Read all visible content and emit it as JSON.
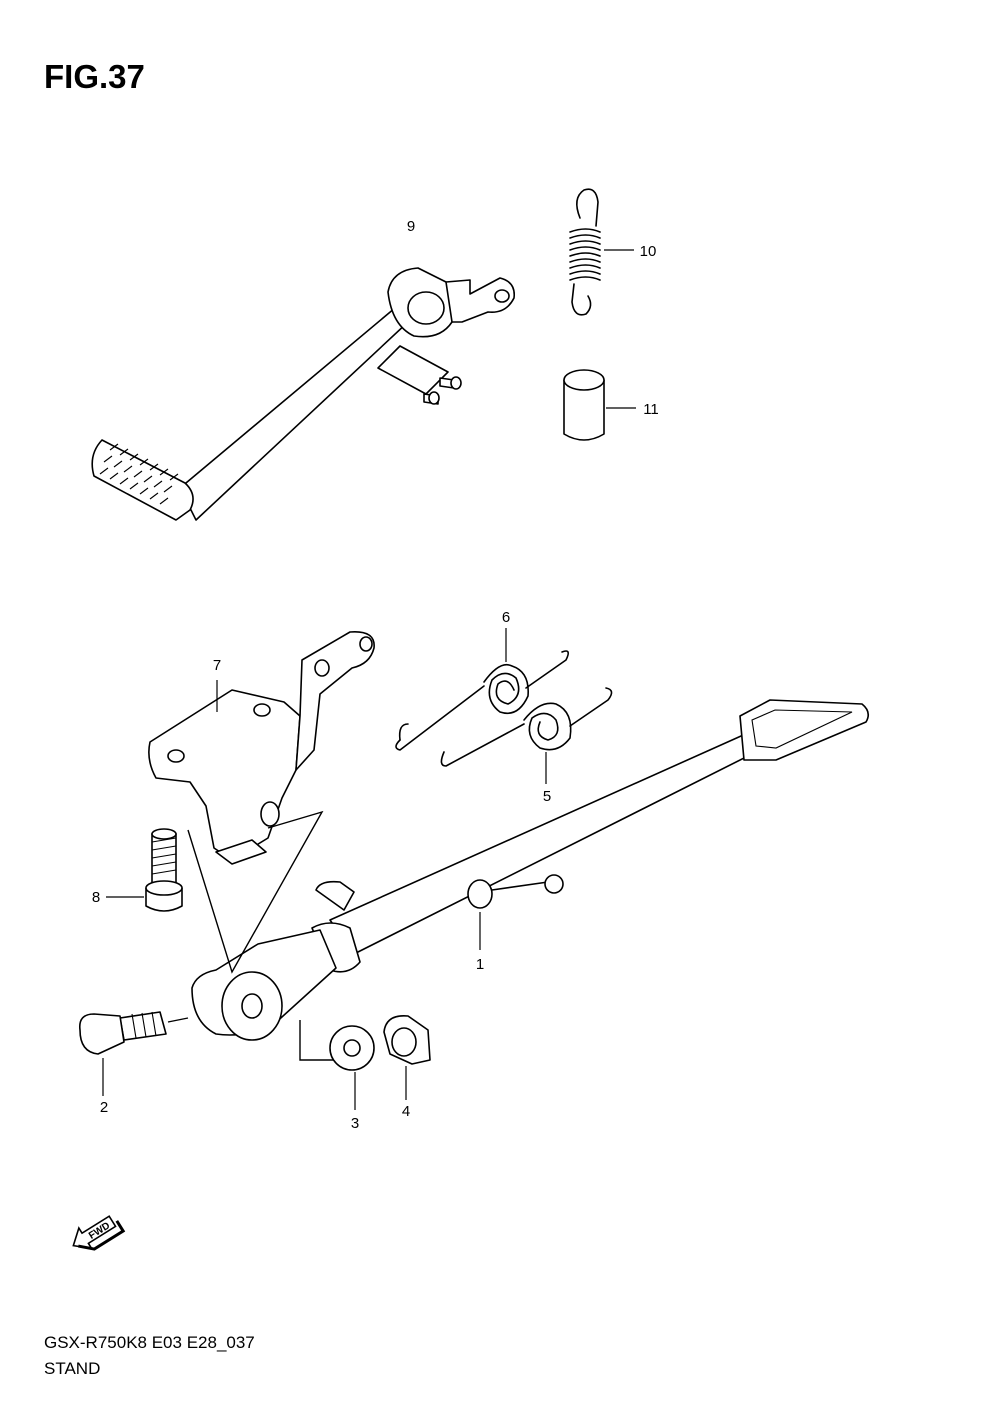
{
  "figure": {
    "title": "FIG.37"
  },
  "footer": {
    "model_code": "GSX-R750K8 E03 E28_037",
    "section_name": "STAND"
  },
  "fwd_badge": {
    "label": "FWD",
    "icon": "forward-arrow-icon"
  },
  "callouts": [
    {
      "id": "c1",
      "label": "1"
    },
    {
      "id": "c2",
      "label": "2"
    },
    {
      "id": "c3",
      "label": "3"
    },
    {
      "id": "c4",
      "label": "4"
    },
    {
      "id": "c5",
      "label": "5"
    },
    {
      "id": "c6",
      "label": "6"
    },
    {
      "id": "c7",
      "label": "7"
    },
    {
      "id": "c8",
      "label": "8"
    },
    {
      "id": "c9",
      "label": "9"
    },
    {
      "id": "c10",
      "label": "10"
    },
    {
      "id": "c11",
      "label": "11"
    }
  ]
}
